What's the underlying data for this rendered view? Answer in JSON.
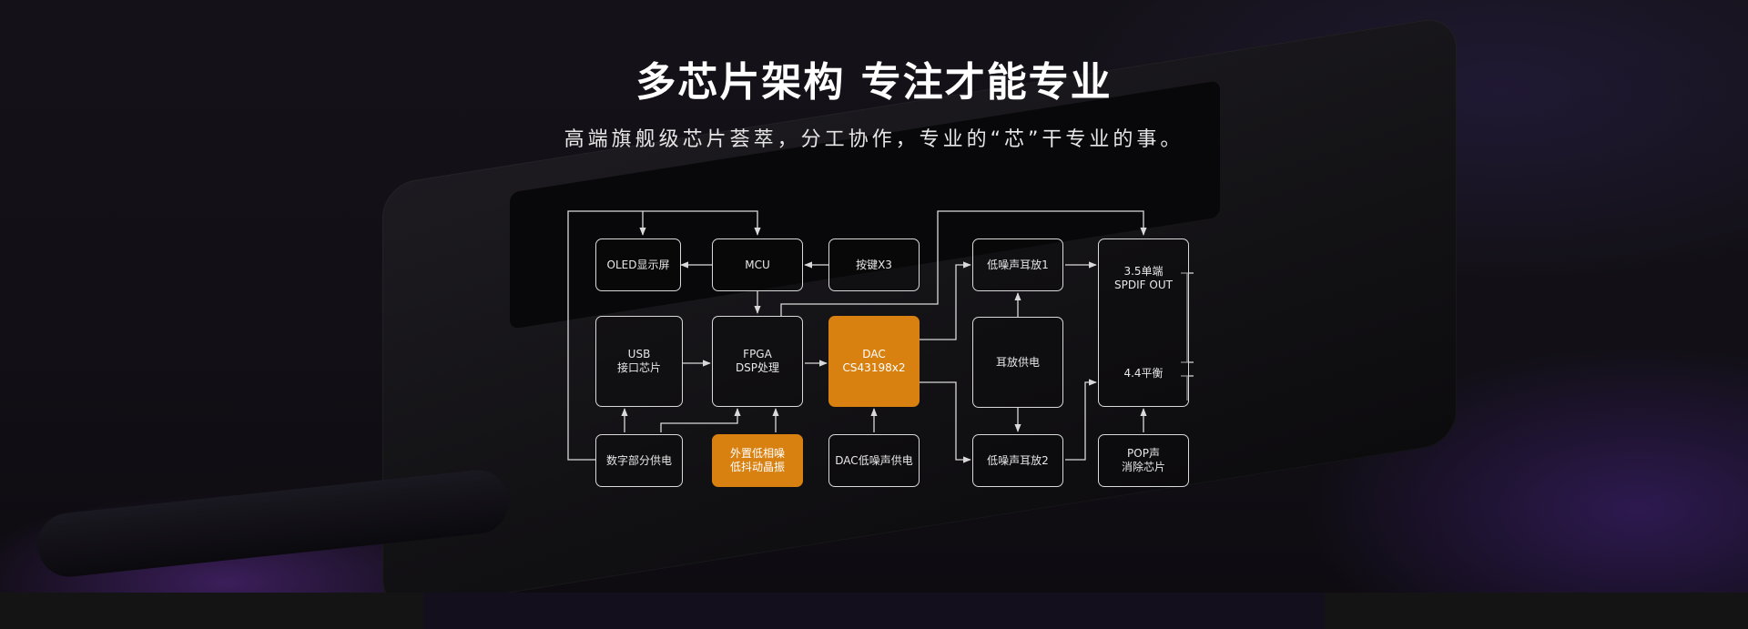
{
  "header": {
    "title": "多芯片架构 专注才能专业",
    "subtitle": "高端旗舰级芯片荟萃，分工协作，专业的“芯”干专业的事。"
  },
  "diagram": {
    "accent_color": "#d98110",
    "line_color": "#d9d9d9",
    "nodes": {
      "oled": [
        "OLED显示屏"
      ],
      "mcu": [
        "MCU"
      ],
      "keys": [
        "按键X3"
      ],
      "usb": [
        "USB",
        "接口芯片"
      ],
      "fpga": [
        "FPGA",
        "DSP处理"
      ],
      "dac": [
        "DAC",
        "CS43198x2"
      ],
      "digital_power": [
        "数字部分供电"
      ],
      "crystal": [
        "外置低相噪",
        "低抖动晶振"
      ],
      "dac_power": [
        "DAC低噪声供电"
      ],
      "amp1": [
        "低噪声耳放1"
      ],
      "amp_power": [
        "耳放供电"
      ],
      "amp2": [
        "低噪声耳放2"
      ],
      "output_top": [
        "3.5单端",
        "SPDIF OUT"
      ],
      "output_bottom": [
        "4.4平衡"
      ],
      "pop": [
        "POP声",
        "消除芯片"
      ]
    }
  }
}
